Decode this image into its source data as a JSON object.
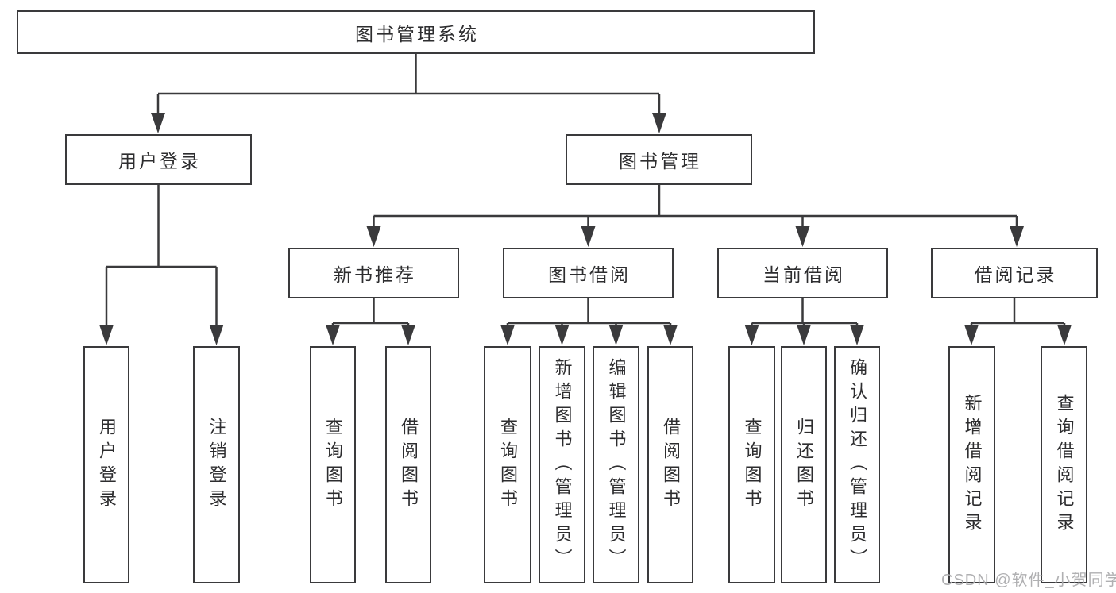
{
  "diagram": {
    "tree": {
      "label": "图书管理系统",
      "children": [
        {
          "label": "用户登录",
          "children": [
            {
              "label": "用户登录"
            },
            {
              "label": "注销登录"
            }
          ]
        },
        {
          "label": "图书管理",
          "children": [
            {
              "label": "新书推荐",
              "children": [
                {
                  "label": "查询图书"
                },
                {
                  "label": "借阅图书"
                }
              ]
            },
            {
              "label": "图书借阅",
              "children": [
                {
                  "label": "查询图书"
                },
                {
                  "label": "新增图书（管理员）"
                },
                {
                  "label": "编辑图书（管理员）"
                },
                {
                  "label": "借阅图书"
                }
              ]
            },
            {
              "label": "当前借阅",
              "children": [
                {
                  "label": "查询图书"
                },
                {
                  "label": "归还图书"
                },
                {
                  "label": "确认归还（管理员）"
                }
              ]
            },
            {
              "label": "借阅记录",
              "children": [
                {
                  "label": "新增借阅记录"
                },
                {
                  "label": "查询借阅记录"
                }
              ]
            }
          ]
        }
      ]
    }
  },
  "watermark": {
    "text": "CSDN @软件_小贺同学"
  },
  "colors": {
    "line": "#3a3a3c",
    "text": "#2d2d2f",
    "watermark": "#acacae",
    "background": "#ffffff"
  }
}
